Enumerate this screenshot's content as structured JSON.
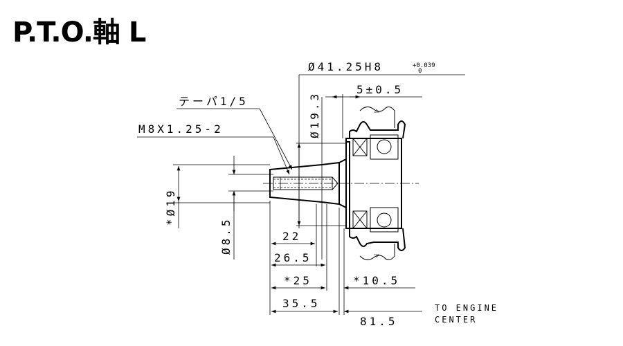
{
  "title": "P.T.O.軸 L",
  "labels": {
    "bore": "Ø41.25H8",
    "bore_tol_upper": "+0.039",
    "bore_tol_lower": "0",
    "taper": "テーパ1/5",
    "thread": "M8X1.25-2",
    "shaft_dia": "Ø19.3",
    "offset": "5±0.5",
    "dia_19": "*Ø19",
    "dia_8_5": "Ø8.5",
    "len_22": "22",
    "len_26_5": "26.5",
    "len_25": "*25",
    "len_10_5": "*10.5",
    "len_35_5": "35.5",
    "len_81_5": "81.5",
    "engine_center_1": "TO ENGINE",
    "engine_center_2": "CENTER"
  }
}
